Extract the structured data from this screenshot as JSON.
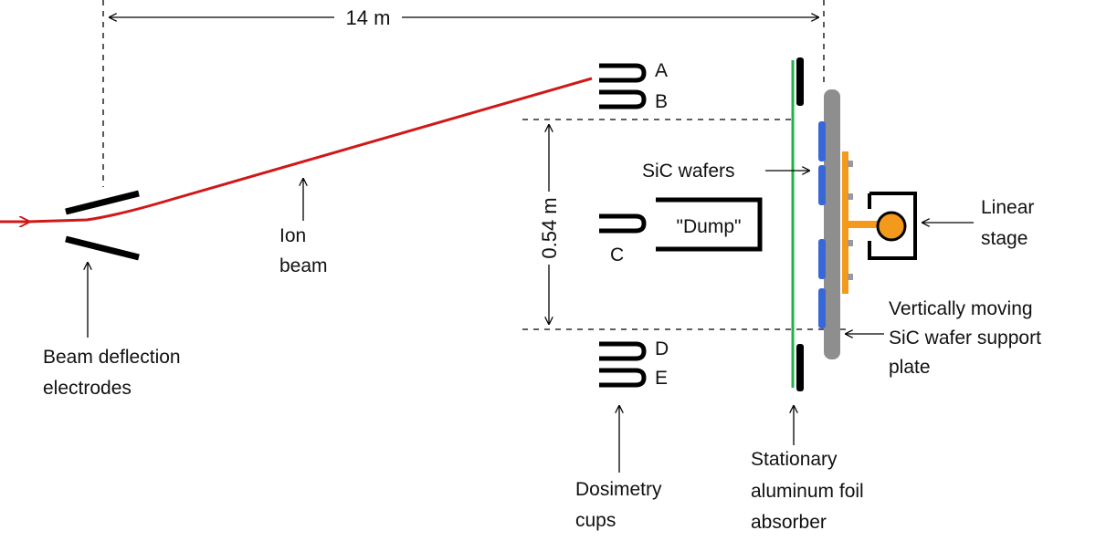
{
  "distance_label": "14 m",
  "height_label": "0.54 m",
  "cups": {
    "a": "A",
    "b": "B",
    "c": "C",
    "d": "D",
    "e": "E",
    "caption_line1": "Dosimetry",
    "caption_line2": "cups"
  },
  "dump_label": "\"Dump\"",
  "ion_beam": {
    "line1": "Ion",
    "line2": "beam"
  },
  "electrodes": {
    "line1": "Beam deflection",
    "line2": "electrodes"
  },
  "sic_wafers": "SiC wafers",
  "linear_stage": {
    "line1": "Linear",
    "line2": "stage"
  },
  "support_plate": {
    "line1": "Vertically moving",
    "line2": "SiC wafer support",
    "line3": "plate"
  },
  "absorber": {
    "line1": "Stationary",
    "line2": "aluminum foil",
    "line3": "absorber"
  },
  "colors": {
    "beam": "#d01818",
    "foil": "#22b04a",
    "wafer": "#3868d8",
    "plate": "#8e8e8e",
    "stage": "#f39a1c"
  }
}
